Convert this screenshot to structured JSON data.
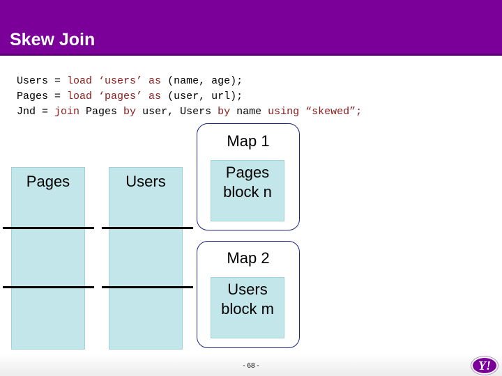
{
  "slide": {
    "title": "Skew Join",
    "page_number": "- 68 -",
    "logo_text": "Y!"
  },
  "code": {
    "line1": {
      "a": "Users = ",
      "b": "load",
      "c": " ‘users’ ",
      "d": "as",
      "e": " (name, age);"
    },
    "line2": {
      "a": "Pages = ",
      "b": "load",
      "c": " ‘pages’ ",
      "d": "as",
      "e": " (user, url);"
    },
    "line3": {
      "a": "Jnd = ",
      "b": "join",
      "c": " Pages ",
      "d": "by",
      "e": " user, Users ",
      "f": "by",
      "g": " name ",
      "h": "using",
      "i": " “skewed”;"
    }
  },
  "diagram": {
    "pages_label": "Pages",
    "users_label": "Users",
    "map1_label": "Map 1",
    "map1_block_line1": "Pages",
    "map1_block_line2": "block n",
    "map2_label": "Map 2",
    "map2_block_line1": "Users",
    "map2_block_line2": "block m"
  },
  "colors": {
    "header": "#7b0099",
    "block": "#c2e6ea",
    "map_border": "#1a237e",
    "keyword": "#8b1a1a"
  }
}
